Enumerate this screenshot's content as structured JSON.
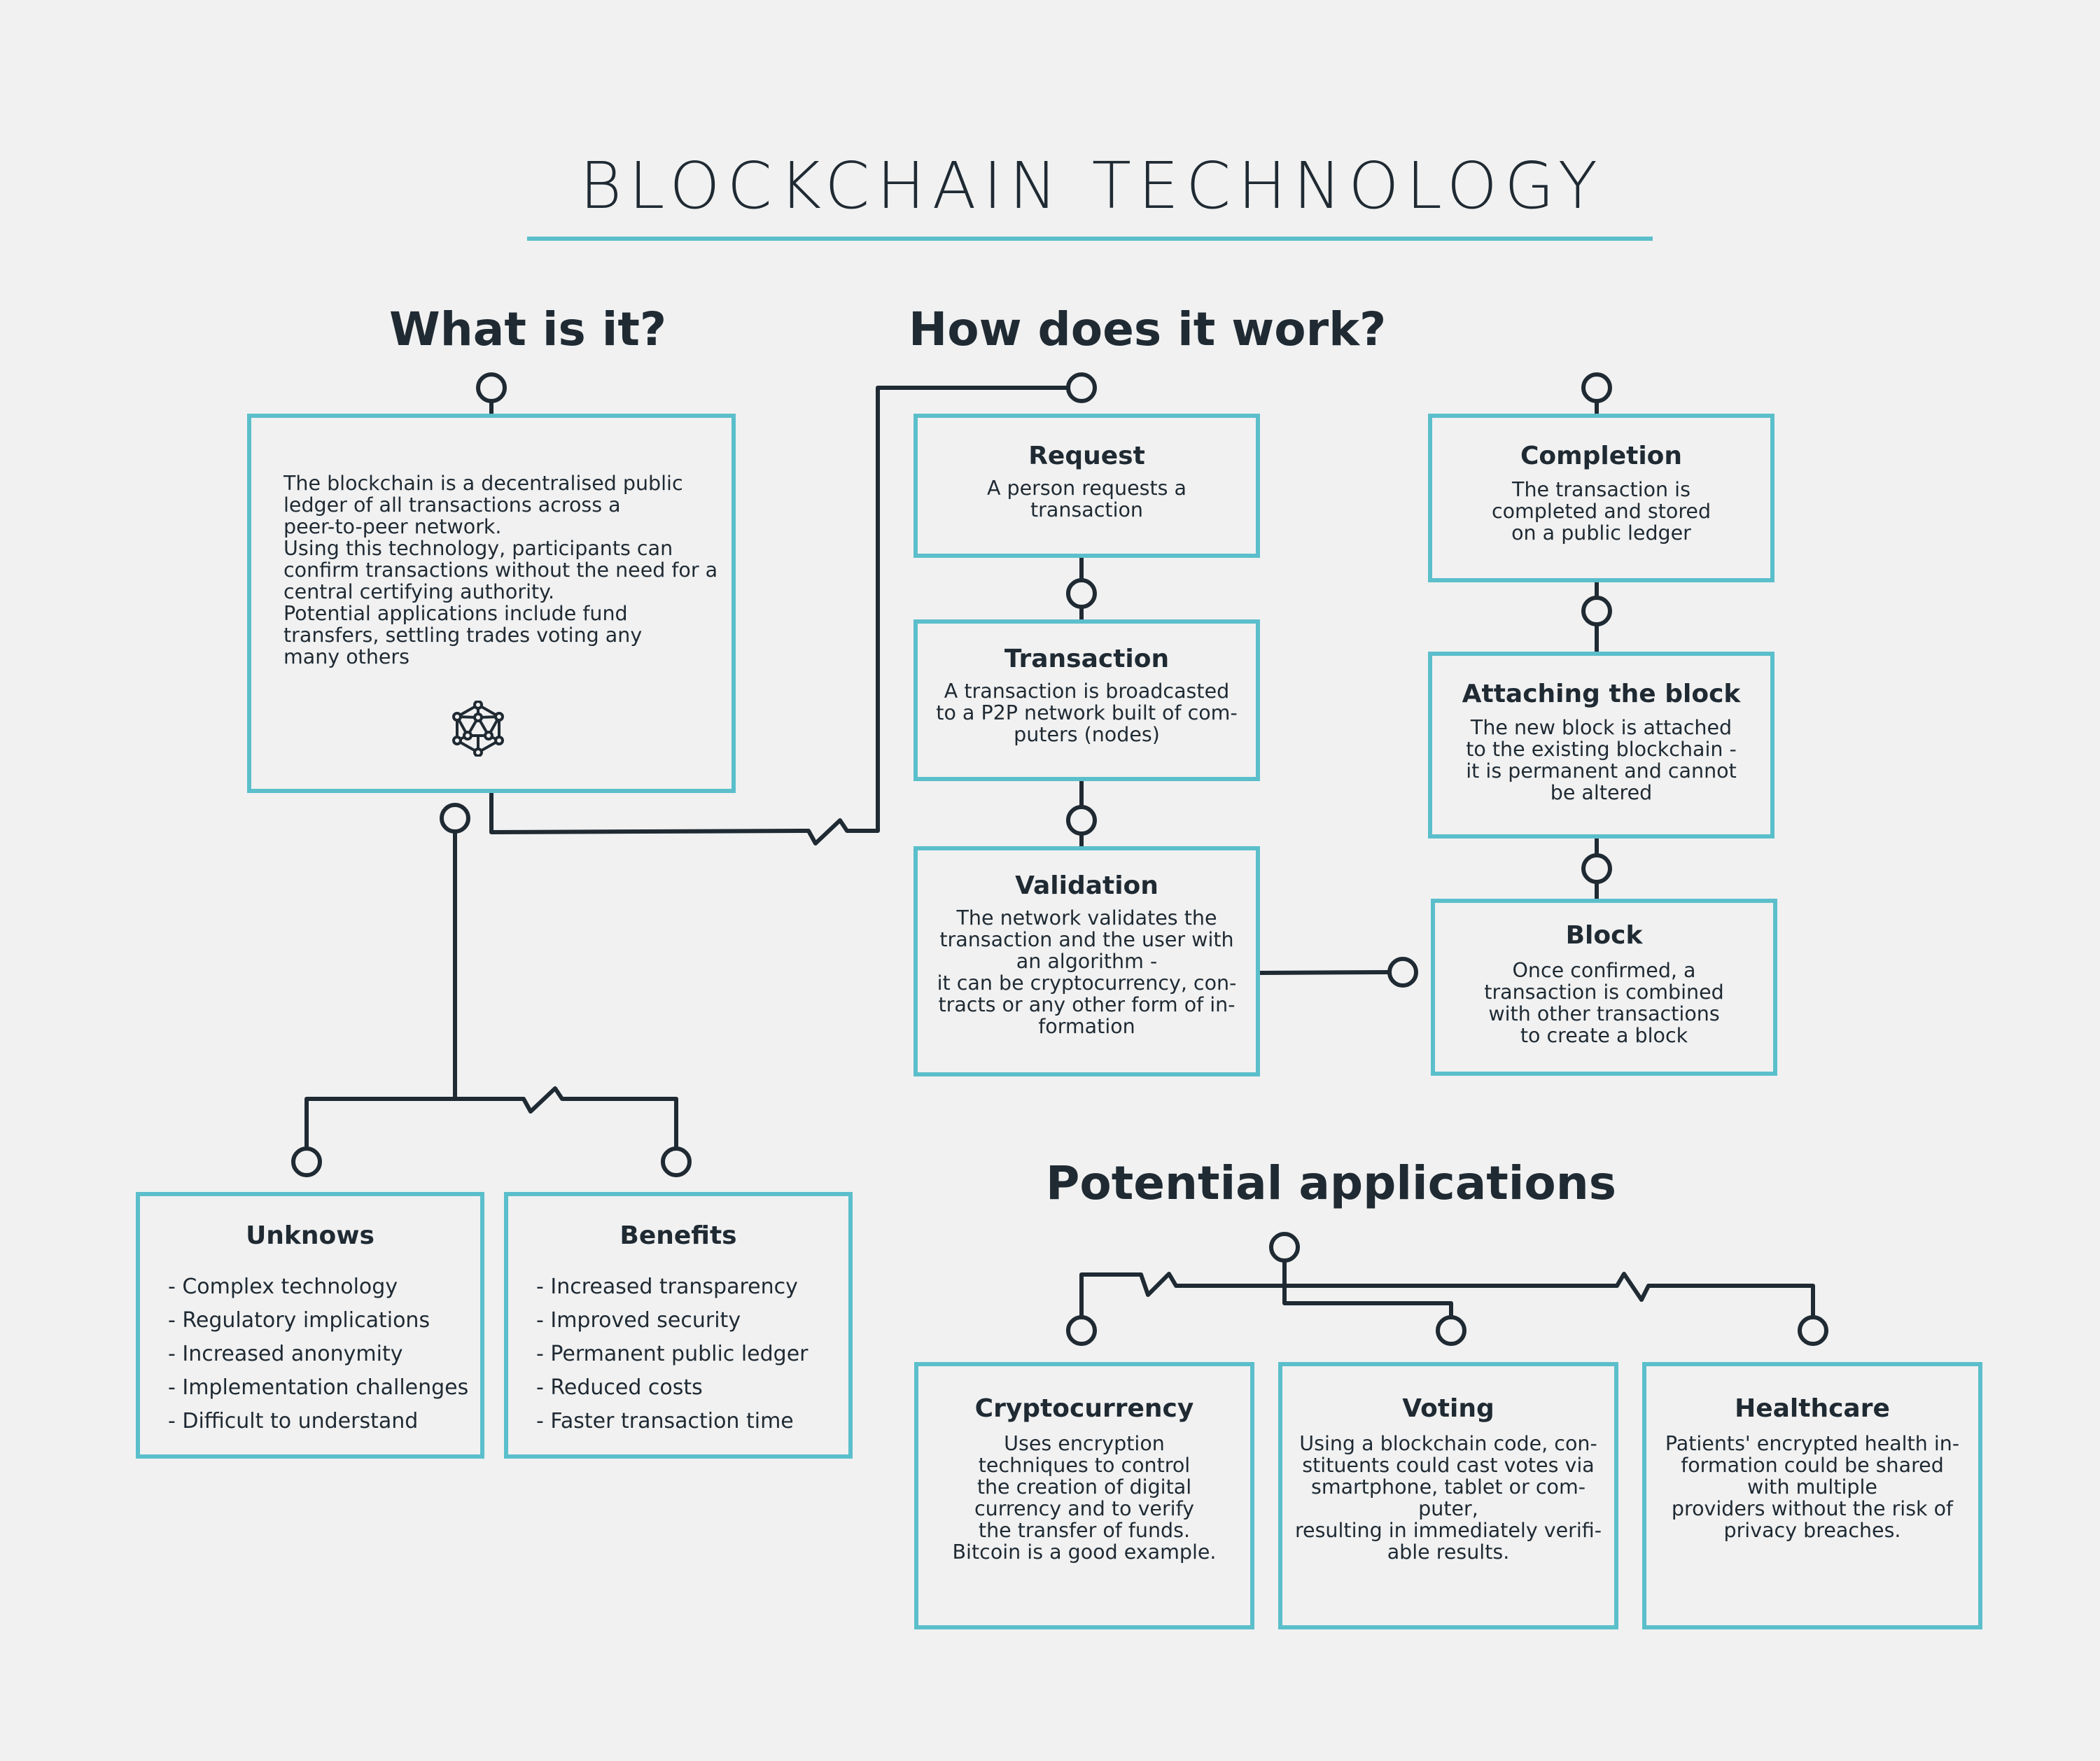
{
  "title": "BLOCKCHAIN TECHNOLOGY",
  "colors": {
    "accent": "#5bbfcb",
    "line": "#1f2a33",
    "background": "#f1f1f1",
    "text": "#1f2a33"
  },
  "sections": {
    "what": "What is it?",
    "how": "How does it work?",
    "potential": "Potential applications"
  },
  "intro": {
    "lines": [
      "The blockchain is a decentralised public",
      "ledger of all transactions across a",
      "peer-to-peer network.",
      "Using this technology, participants can",
      "confirm transactions without the need for a",
      "central certifying authority.",
      "Potential applications include fund",
      "transfers, settling trades voting any",
      "many others"
    ],
    "icon": "network-icon"
  },
  "steps": {
    "request": {
      "title": "Request",
      "lines": [
        "A person requests a",
        "transaction"
      ]
    },
    "transaction": {
      "title": "Transaction",
      "lines": [
        "A transaction is broadcasted",
        "to a P2P network built of com-",
        "puters (nodes)"
      ]
    },
    "validation": {
      "title": "Validation",
      "lines": [
        "The network validates the",
        "transaction and the user with",
        "an algorithm -",
        "it can be cryptocurrency, con-",
        "tracts or any other form of in-",
        "formation"
      ]
    },
    "block": {
      "title": "Block",
      "lines": [
        "Once confirmed, a",
        "transaction is combined",
        "with other transactions",
        "to create a block"
      ]
    },
    "attaching": {
      "title": "Attaching the block",
      "lines": [
        "The new block is attached",
        "to the existing blockchain -",
        "it is permanent and cannot",
        "be altered"
      ]
    },
    "completion": {
      "title": "Completion",
      "lines": [
        "The transaction is",
        "completed and stored",
        "on a public ledger"
      ]
    }
  },
  "unknowns": {
    "title": "Unknows",
    "items": [
      "- Complex technology",
      "- Regulatory implications",
      "- Increased anonymity",
      "- Implementation challenges",
      "- Difficult to understand"
    ]
  },
  "benefits": {
    "title": "Benefits",
    "items": [
      "- Increased transparency",
      "- Improved security",
      "- Permanent public ledger",
      "- Reduced costs",
      "- Faster transaction time"
    ]
  },
  "applications": {
    "crypto": {
      "title": "Cryptocurrency",
      "lines": [
        "Uses encryption",
        "techniques to control",
        "the creation of digital",
        "currency and to verify",
        "the transfer of funds.",
        "Bitcoin is a good example."
      ]
    },
    "voting": {
      "title": "Voting",
      "lines": [
        "Using a blockchain code, con-",
        "stituents could cast votes via",
        "smartphone, tablet or com-",
        "puter,",
        "resulting in immediately verifi-",
        "able results."
      ]
    },
    "health": {
      "title": "Healthcare",
      "lines": [
        "Patients' encrypted health in-",
        "formation could be shared",
        "with multiple",
        "providers without the risk of",
        "privacy breaches."
      ]
    }
  }
}
